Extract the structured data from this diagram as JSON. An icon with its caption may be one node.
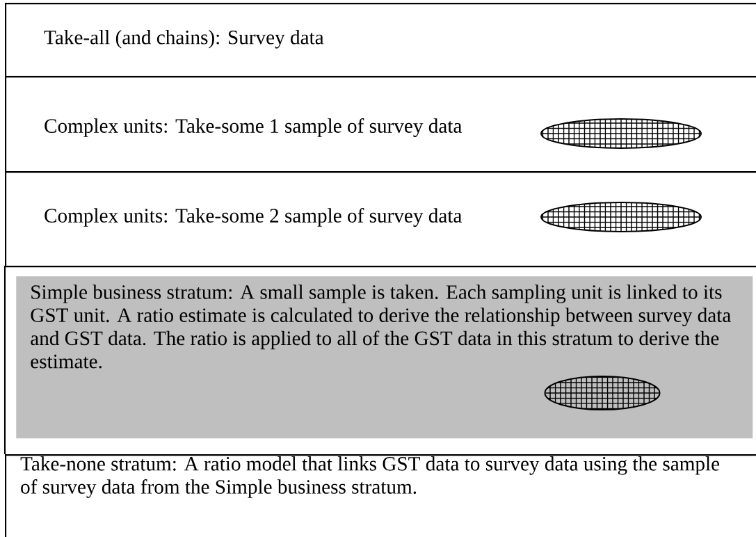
{
  "diagram": {
    "nodes": [
      {
        "text": [
          "Take-all (and chains): Survey data"
        ]
      },
      {
        "text": [
          "Complex units: Take-some 1 sample of survey data"
        ]
      },
      {
        "text": [],
        "shape": "ellipse",
        "in": 1
      },
      {
        "text": [
          "Complex units: Take-some 2 sample of survey data"
        ]
      },
      {
        "text": [],
        "shape": "ellipse",
        "in": 3
      },
      {
        "text": [
          "Simple business stratum: A small sample is taken. Each sampling unit is linked to its GST unit. A ratio estimate is calculated to derive the relationship between survey data and GST data. The ratio is applied to all of the GST data in this stratum to derive the estimate."
        ]
      },
      {
        "text": [],
        "shape": "ellipse",
        "in": 5
      },
      {
        "text": [
          "Take-none stratum: A ratio model that links GST data to survey data using the sample of survey data from the Simple business stratum."
        ]
      }
    ]
  }
}
